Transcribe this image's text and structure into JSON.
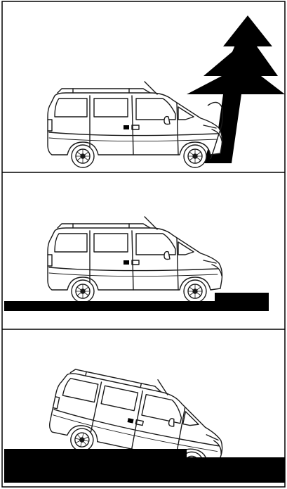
{
  "figure": {
    "panels": [
      {
        "scene": "van-collides-with-tree"
      },
      {
        "scene": "van-at-obstacle-ledge"
      },
      {
        "scene": "van-drops-over-ledge"
      }
    ]
  },
  "colors": {
    "ink": "#000000",
    "paper": "#ffffff",
    "stroke": "#1a1a1a"
  }
}
